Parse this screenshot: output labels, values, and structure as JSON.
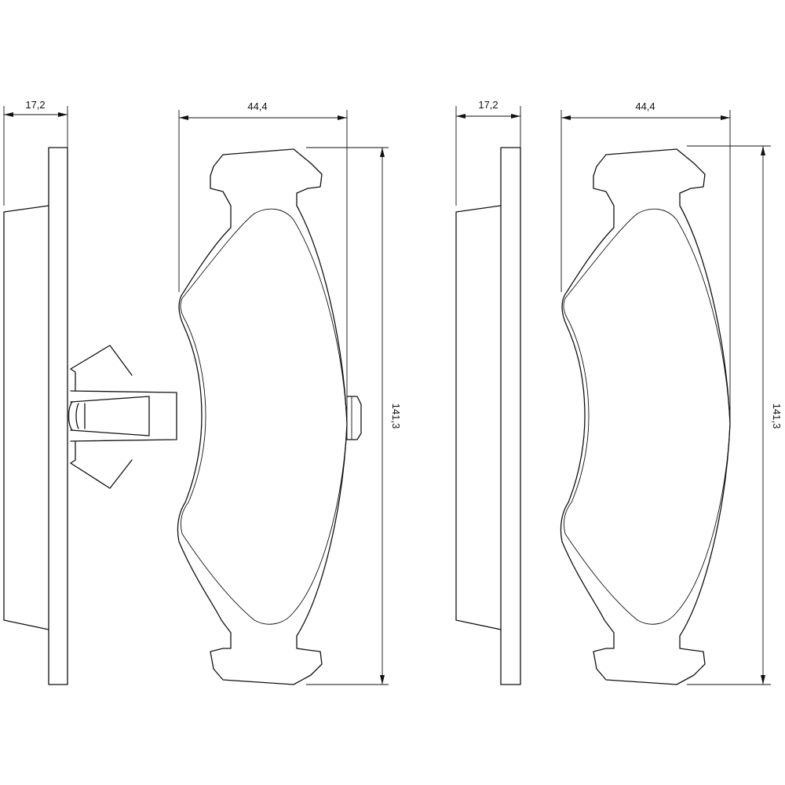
{
  "diagram": {
    "colors": {
      "line": "#111111",
      "background": "#ffffff"
    },
    "left_pad": {
      "side_view": {
        "thickness_label": "17,2"
      },
      "front_view": {
        "width_label": "44,4",
        "height_label": "141,3"
      },
      "has_wear_spring_clip": true,
      "has_wear_indicator": true
    },
    "right_pad": {
      "side_view": {
        "thickness_label": "17,2"
      },
      "front_view": {
        "width_label": "44,4",
        "height_label": "141,3"
      }
    }
  }
}
